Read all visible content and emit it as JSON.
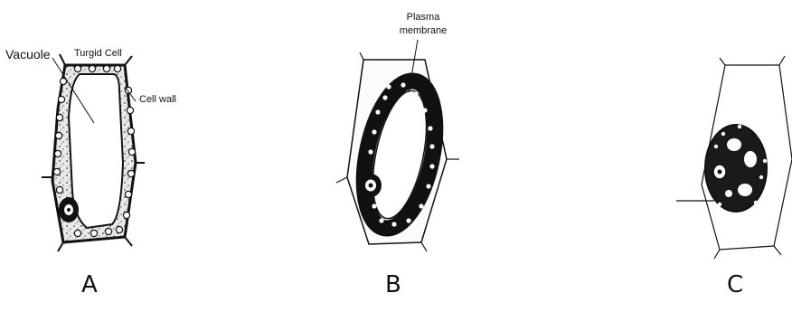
{
  "cells": [
    {
      "letter": "A",
      "title": "Turgid Cell"
    },
    {
      "letter": "B"
    },
    {
      "letter": "C"
    }
  ],
  "labels": {
    "vacuole": "Vacuole",
    "cell_wall": "Cell wall",
    "plasma_line1": "Plasma",
    "plasma_line2": "membrane"
  }
}
